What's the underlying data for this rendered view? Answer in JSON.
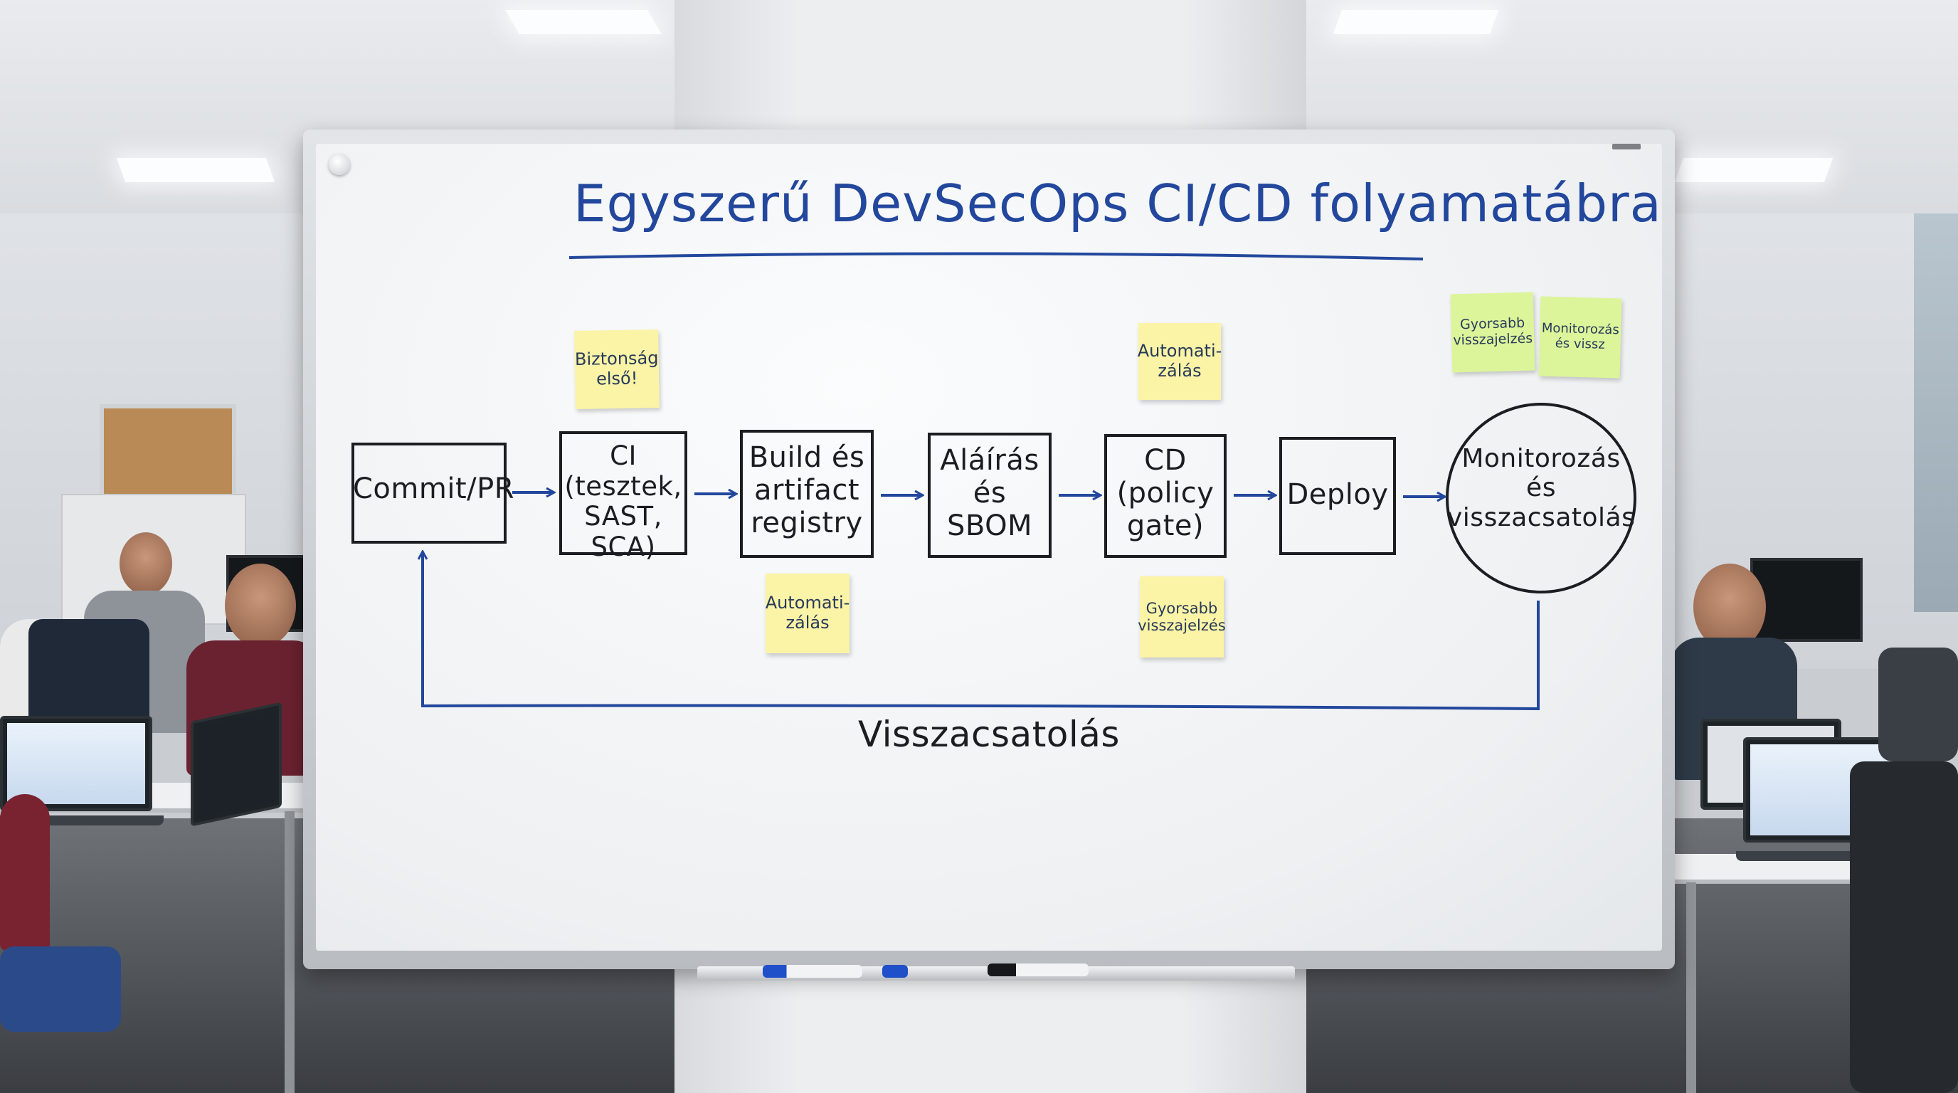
{
  "whiteboard": {
    "title": "Egyszerű DevSecOps CI/CD folyamatábra",
    "steps": [
      "Commit/PR",
      "CI\n(tesztek,\nSAST, SCA)",
      "Build és\nartifact\nregistry",
      "Aláírás\nés\nSBOM",
      "CD\n(policy\ngate)",
      "Deploy",
      "Monitorozás\nés\nvisszacsatolás"
    ],
    "feedback_label": "Visszacsatolás",
    "sticky_notes": [
      "Biztonság\nelső!",
      "Automati-\nzálás",
      "Automati-\nzálás",
      "Gyorsabb\nvisszajelzés",
      "Gyorsabb\nvisszajelzés",
      "Monitorozás\nés vissz"
    ]
  },
  "colors": {
    "ink_blue": "#22479c",
    "ink_black": "#1b1d20",
    "sticky_yellow": "#fbf4a6",
    "sticky_green": "#dcf59a"
  }
}
